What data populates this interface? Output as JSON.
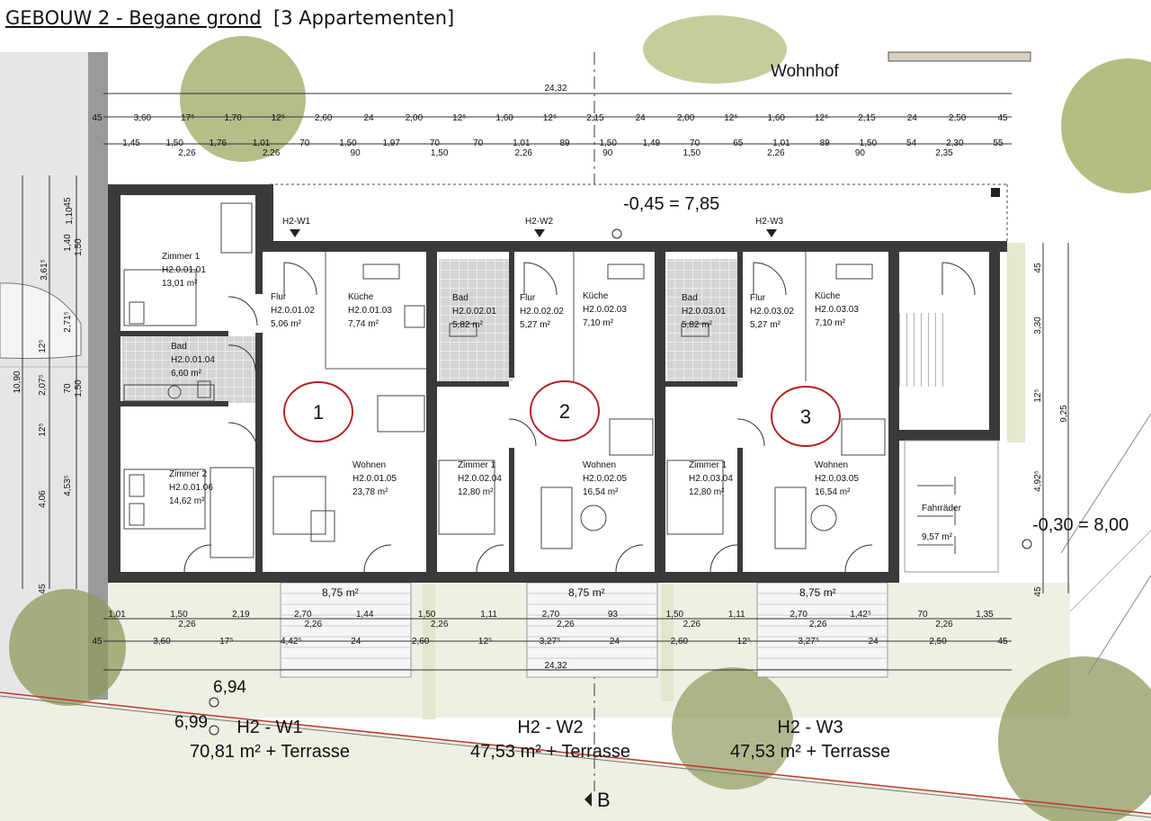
{
  "header": {
    "title": "GEBOUW 2 - Begane grond",
    "subtitle": "[3 Appartementen]"
  },
  "plan": {
    "courtyard": "Wohnhof",
    "level_main": "-0,45 = 7,85",
    "level_side": "-0,30 = 8,00",
    "section_mark": "B",
    "entrances": [
      "H2-W1",
      "H2-W2",
      "H2-W3"
    ],
    "rooms": [
      {
        "name": "Zimmer 1",
        "code": "H2.0.01.01",
        "area": "13,01 m²"
      },
      {
        "name": "Bad",
        "code": "H2.0.01.04",
        "area": "6,60 m²"
      },
      {
        "name": "Zimmer 2",
        "code": "H2.0.01.06",
        "area": "14,62 m²"
      },
      {
        "name": "Flur",
        "code": "H2.0.01.02",
        "area": "5,06 m²"
      },
      {
        "name": "Küche",
        "code": "H2.0.01.03",
        "area": "7,74 m²"
      },
      {
        "name": "Wohnen",
        "code": "H2.0.01.05",
        "area": "23,78 m²"
      },
      {
        "name": "Bad",
        "code": "H2.0.02.01",
        "area": "5,82 m²"
      },
      {
        "name": "Flur",
        "code": "H2.0.02.02",
        "area": "5,27 m²"
      },
      {
        "name": "Küche",
        "code": "H2.0.02.03",
        "area": "7,10 m²"
      },
      {
        "name": "Zimmer 1",
        "code": "H2.0.02.04",
        "area": "12,80 m²"
      },
      {
        "name": "Wohnen",
        "code": "H2.0.02.05",
        "area": "16,54 m²"
      },
      {
        "name": "Bad",
        "code": "H2.0.03.01",
        "area": "5,82 m²"
      },
      {
        "name": "Flur",
        "code": "H2.0.03.02",
        "area": "5,27 m²"
      },
      {
        "name": "Küche",
        "code": "H2.0.03.03",
        "area": "7,10 m²"
      },
      {
        "name": "Zimmer 1",
        "code": "H2.0.03.04",
        "area": "12,80 m²"
      },
      {
        "name": "Wohnen",
        "code": "H2.0.03.05",
        "area": "16,54 m²"
      },
      {
        "name": "Fahrräder",
        "code": "",
        "area": "9,57 m²"
      }
    ],
    "terraces": [
      "8,75 m²",
      "8,75 m²",
      "8,75 m²"
    ],
    "apartment_numbers": [
      "1",
      "2",
      "3"
    ],
    "apartments": [
      {
        "name": "H2 - W1",
        "area": "70,81 m² + Terrasse"
      },
      {
        "name": "H2 - W2",
        "area": "47,53 m² + Terrasse"
      },
      {
        "name": "H2 - W3",
        "area": "47,53 m² + Terrasse"
      }
    ],
    "site_values": [
      "6,94",
      "6,99"
    ]
  },
  "dimensions": {
    "total": "24,32",
    "row1": [
      "45",
      "3,60",
      "17⁵",
      "1,70",
      "12⁵",
      "2,60",
      "24",
      "2,00",
      "12⁵",
      "1,60",
      "12⁵",
      "2,15",
      "24",
      "2,00",
      "12⁵",
      "1,60",
      "12⁵",
      "2,15",
      "24",
      "2,50",
      "45"
    ],
    "row2a": [
      "1,45",
      "1,50",
      "1,76",
      "1,01",
      "70",
      "1,50",
      "1,97",
      "70",
      "70",
      "1,01",
      "89",
      "1,50",
      "1,49",
      "70",
      "65",
      "1,01",
      "89",
      "1,50",
      "54",
      "2,30",
      "55"
    ],
    "row2b": [
      "2,26",
      "2,26",
      "90",
      "1,50",
      "2,26",
      "90",
      "1,50",
      "2,26",
      "90",
      "2,35"
    ],
    "bottom1a": [
      "1,01",
      "1,50",
      "2,19",
      "2,70",
      "1,44",
      "1,50",
      "1,11",
      "2,70",
      "93",
      "1,50",
      "1,11",
      "2,70",
      "1,42⁵",
      "70",
      "1,35"
    ],
    "bottom1b": [
      "2,26",
      "2,26",
      "2,26",
      "2,26",
      "2,26",
      "2,26",
      "2,26"
    ],
    "bottom2": [
      "45",
      "3,60",
      "17⁵",
      "4,42⁵",
      "24",
      "2,60",
      "12⁵",
      "3,27⁵",
      "24",
      "2,60",
      "12⁵",
      "3,27⁵",
      "24",
      "2,50",
      "45"
    ],
    "left": [
      "45",
      "1,10",
      "1,40",
      "1,50",
      "3,61⁵",
      "2,71⁵",
      "12⁵",
      "10,90",
      "2,07⁵",
      "70",
      "1,50",
      "12⁵",
      "4,06",
      "4,53⁵",
      "45"
    ],
    "right": [
      "45",
      "3,30",
      "12⁵",
      "9,25",
      "4,92⁵",
      "45"
    ]
  },
  "colors": {
    "wall": "#3a3a3a",
    "tree": "#9aa860",
    "tile": "#d4d4d4",
    "circle": "#b22222",
    "lawn": "#eef0e4",
    "boundary": "#c0392b"
  }
}
